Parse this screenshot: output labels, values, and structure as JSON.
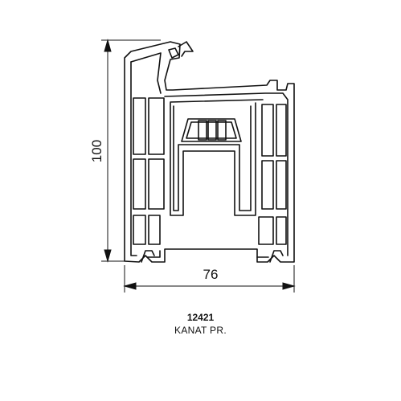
{
  "dimensions": {
    "height_label": "100",
    "width_label": "76"
  },
  "profile": {
    "code": "12421",
    "name": "KANAT PR."
  },
  "colors": {
    "line": "#111111",
    "background": "#ffffff"
  }
}
